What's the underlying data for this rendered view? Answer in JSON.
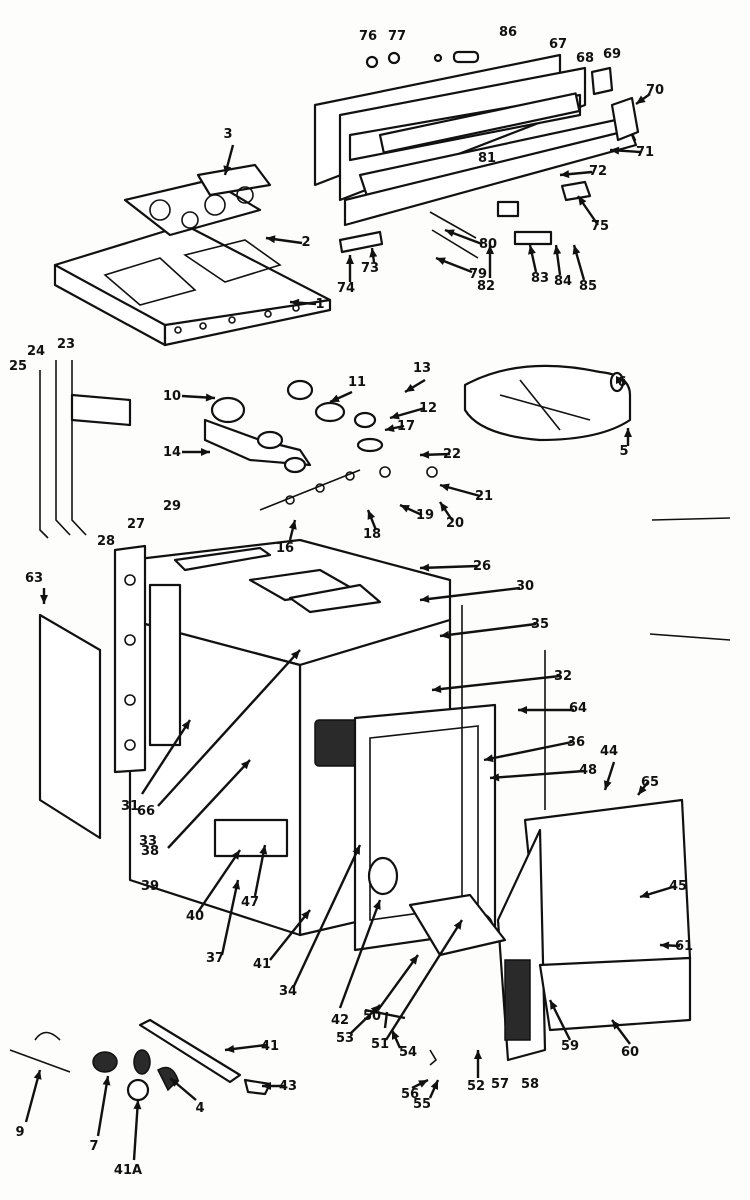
{
  "diagram": {
    "callouts": [
      {
        "label": "76"
      },
      {
        "label": "77"
      },
      {
        "label": "86"
      },
      {
        "label": "67"
      },
      {
        "label": "68"
      },
      {
        "label": "69"
      },
      {
        "label": "70"
      },
      {
        "label": "71"
      },
      {
        "label": "72"
      },
      {
        "label": "75"
      },
      {
        "label": "81"
      },
      {
        "label": "80"
      },
      {
        "label": "79"
      },
      {
        "label": "82"
      },
      {
        "label": "83"
      },
      {
        "label": "84"
      },
      {
        "label": "85"
      },
      {
        "label": "73"
      },
      {
        "label": "74"
      },
      {
        "label": "3"
      },
      {
        "label": "2"
      },
      {
        "label": "1"
      },
      {
        "label": "25"
      },
      {
        "label": "24"
      },
      {
        "label": "23"
      },
      {
        "label": "10"
      },
      {
        "label": "11"
      },
      {
        "label": "13"
      },
      {
        "label": "12"
      },
      {
        "label": "17"
      },
      {
        "label": "14"
      },
      {
        "label": "22"
      },
      {
        "label": "21"
      },
      {
        "label": "20"
      },
      {
        "label": "19"
      },
      {
        "label": "18"
      },
      {
        "label": "16"
      },
      {
        "label": "6"
      },
      {
        "label": "5"
      },
      {
        "label": "29"
      },
      {
        "label": "28"
      },
      {
        "label": "27"
      },
      {
        "label": "26"
      },
      {
        "label": "30"
      },
      {
        "label": "35"
      },
      {
        "label": "63"
      },
      {
        "label": "32"
      },
      {
        "label": "64"
      },
      {
        "label": "36"
      },
      {
        "label": "48"
      },
      {
        "label": "44"
      },
      {
        "label": "65"
      },
      {
        "label": "31"
      },
      {
        "label": "66"
      },
      {
        "label": "33"
      },
      {
        "label": "38"
      },
      {
        "label": "39"
      },
      {
        "label": "40"
      },
      {
        "label": "37"
      },
      {
        "label": "47"
      },
      {
        "label": "41"
      },
      {
        "label": "34"
      },
      {
        "label": "42"
      },
      {
        "label": "53"
      },
      {
        "label": "50"
      },
      {
        "label": "51"
      },
      {
        "label": "54"
      },
      {
        "label": "56"
      },
      {
        "label": "55"
      },
      {
        "label": "52"
      },
      {
        "label": "57"
      },
      {
        "label": "58"
      },
      {
        "label": "59"
      },
      {
        "label": "60"
      },
      {
        "label": "61"
      },
      {
        "label": "45"
      },
      {
        "label": "41"
      },
      {
        "label": "43"
      },
      {
        "label": "9"
      },
      {
        "label": "7"
      },
      {
        "label": "4"
      },
      {
        "label": "41A"
      }
    ]
  }
}
